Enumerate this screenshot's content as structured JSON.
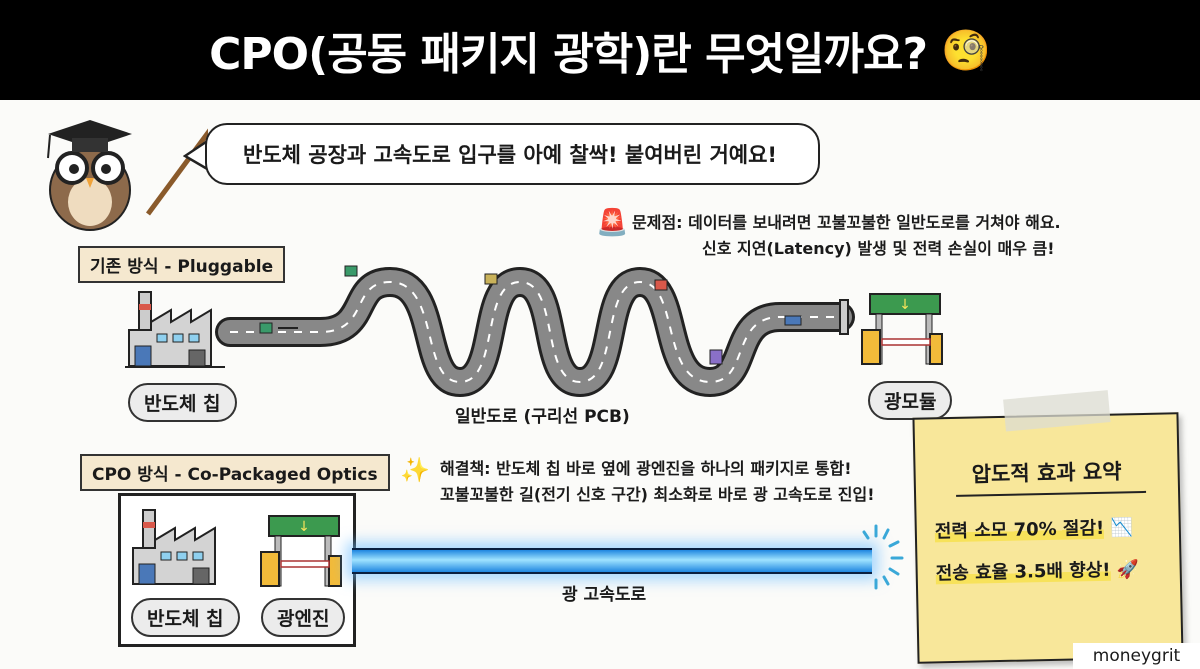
{
  "header": {
    "title": "CPO(공동 패키지 광학)란 무엇일까요?",
    "emoji": "🧐"
  },
  "speech_bubble": {
    "text": "반도체 공장과 고속도로 입구를 아예 찰싹! 붙여버린 거예요!"
  },
  "pluggable": {
    "label": "기존 방식 - Pluggable",
    "chip_label": "반도체 칩",
    "road_label": "일반도로 (구리선 PCB)",
    "module_label": "광모듈",
    "problem_line1": "문제점: 데이터를 보내려면 꼬불꼬불한 일반도로를 거쳐야 해요.",
    "problem_line2": "신호 지연(Latency) 발생 및 전력 손실이 매우 큼!",
    "problem_icon": "🚨"
  },
  "cpo": {
    "label": "CPO 방식 - Co-Packaged Optics",
    "chip_label": "반도체 칩",
    "engine_label": "광엔진",
    "solution_line1": "해결책: 반도체 칩 바로 옆에 광엔진을 하나의 패키지로 통합!",
    "solution_line2": "꼬불꼬불한 길(전기 신호 구간) 최소화로 바로 광 고속도로 진입!",
    "solution_icon": "✨",
    "highway_label": "광 고속도로"
  },
  "summary_note": {
    "title": "압도적 효과 요약",
    "line1": "전력 소모 70% 절감!",
    "line1_icon": "📉",
    "line2": "전송 효율 3.5배 향상!",
    "line2_icon": "🚀"
  },
  "watermark": "moneygrit",
  "colors": {
    "title_bg": "#000000",
    "note_bg": "#f8e79a",
    "beam": "#1f86e0",
    "sign_green": "#3c9a4f",
    "tag_bg": "#f5e8cf"
  }
}
